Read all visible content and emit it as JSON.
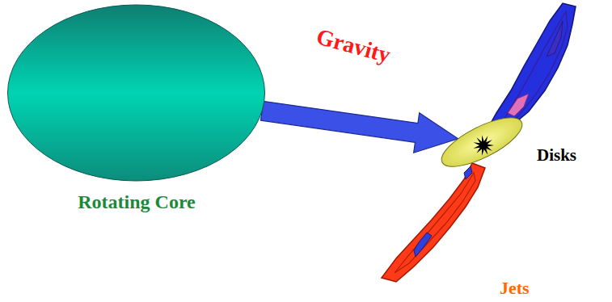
{
  "diagram": {
    "nodes": [
      {
        "text": [
          "Rotating Core"
        ]
      },
      {
        "text": [
          "Disks"
        ]
      }
    ],
    "edges": [
      {
        "from": 0,
        "to": 1,
        "label": "Gravity",
        "arrow": "to"
      }
    ],
    "labels": [
      "Jets"
    ]
  }
}
